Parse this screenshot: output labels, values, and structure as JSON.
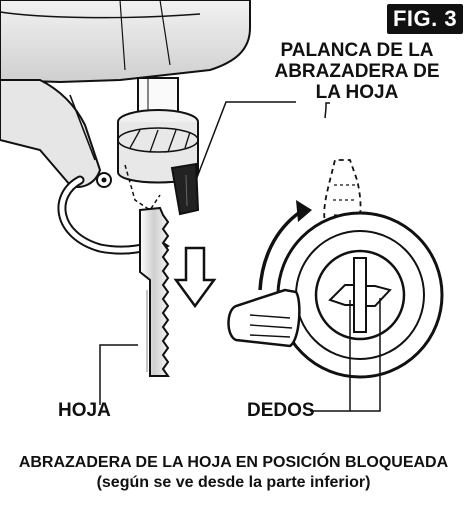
{
  "figure_label": "FIG. 3",
  "callouts": {
    "clamp_lever_line1": "PALANCA DE LA",
    "clamp_lever_line2": "ABRAZADERA DE",
    "clamp_lever_line3": "LA HOJA",
    "blade": "HOJA",
    "fingers": "DEDOS"
  },
  "caption": {
    "line1": "ABRAZADERA DE LA HOJA EN POSICIÓN BLOQUEADA",
    "line2": "(según se ve desde la parte inferior)"
  },
  "colors": {
    "ink": "#111111",
    "fill_light": "#ffffff",
    "fill_gray": "#d9d9d9",
    "fill_dark": "#222222"
  }
}
